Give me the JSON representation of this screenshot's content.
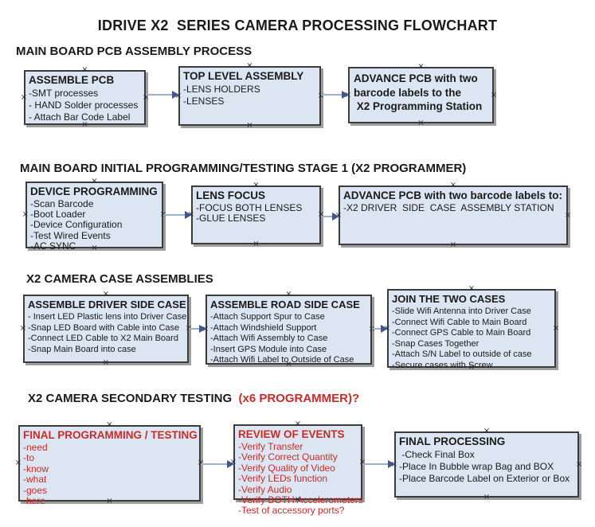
{
  "title": "IDRIVE X2  SERIES CAMERA PROCESSING FLOWCHART",
  "icons": {
    "connection_anchor": "×"
  },
  "colors": {
    "box_fill": "#dce6f2",
    "box_border": "#3c3c3c",
    "shadow": "#9e9e9e",
    "arrow_line": "#9cb0cd",
    "arrow_head": "#44568f",
    "red_text": "#cc2a28",
    "black_text": "#1a1a1a"
  },
  "sections": [
    {
      "heading": "MAIN BOARD PCB ASSEMBLY PROCESS",
      "boxes": [
        {
          "title": "ASSEMBLE PCB",
          "items": [
            "-SMT processes",
            "- HAND Solder processes",
            "- Attach Bar Code Label"
          ]
        },
        {
          "title": "TOP LEVEL ASSEMBLY",
          "items": [
            "-LENS HOLDERS",
            "-LENSES"
          ]
        },
        {
          "bold_lines": [
            "ADVANCE PCB with two",
            "barcode labels to the",
            " X2 Programming Station"
          ]
        }
      ]
    },
    {
      "heading": "MAIN BOARD INITIAL PROGRAMMING/TESTING STAGE 1 (X2 PROGRAMMER)",
      "boxes": [
        {
          "title": "DEVICE PROGRAMMING",
          "items": [
            "-Scan Barcode",
            "-Boot Loader",
            "-Device Configuration",
            "-Test Wired Events",
            "-AC SYNC"
          ]
        },
        {
          "title": "LENS FOCUS",
          "items": [
            "-FOCUS BOTH LENSES",
            "-GLUE LENSES"
          ]
        },
        {
          "title": "ADVANCE PCB with two barcode labels to:",
          "items": [
            "-X2 DRIVER  SIDE  CASE  ASSEMBLY STATION"
          ]
        }
      ]
    },
    {
      "heading": "X2 CAMERA CASE ASSEMBLIES",
      "boxes": [
        {
          "title": "ASSEMBLE DRIVER SIDE CASE",
          "items": [
            "- Insert LED Plastic lens into Driver Case",
            "-Snap LED Board with Cable into Case",
            "-Connect LED Cable to X2 Main Board",
            "-Snap Main Board into case"
          ]
        },
        {
          "title": "ASSEMBLE ROAD SIDE CASE",
          "items": [
            "-Attach Support Spur to Case",
            "-Attach Windshield Support",
            "-Attach Wifi Assembly to Case",
            "-Insert GPS Module into Case",
            "-Attach Wifi Label to Outside of Case"
          ]
        },
        {
          "title": "JOIN THE TWO CASES",
          "items": [
            "-Slide Wifi Antenna into Driver Case",
            "-Connect Wifi Cable to Main Board",
            "-Connect GPS Cable to Main Board",
            "-Snap Cases Together",
            "-Attach S/N Label to outside of case",
            "-Secure cases with Screw"
          ]
        }
      ]
    },
    {
      "heading": "X2 CAMERA SECONDARY TESTING",
      "heading_suffix": "  (x6 PROGRAMMER)?",
      "boxes": [
        {
          "title": "FINAL PROGRAMMING / TESTING",
          "items": [
            "-need",
            "-to",
            "-know",
            "-what",
            "-goes",
            "-here"
          ]
        },
        {
          "title": "REVIEW OF EVENTS",
          "items": [
            "-Verify Transfer",
            "-Verify Correct Quantity",
            "-Verify Quality of Video",
            "-Verify LEDs function",
            "-Verify Audio",
            "-Verify BOTH Accelerometers",
            "-Test of accessory ports?"
          ]
        },
        {
          "title": "FINAL PROCESSING",
          "items": [
            " -Check Final Box",
            "-Place In Bubble wrap Bag and BOX",
            "-Place Barcode Label on Exterior or Box"
          ]
        }
      ]
    }
  ]
}
